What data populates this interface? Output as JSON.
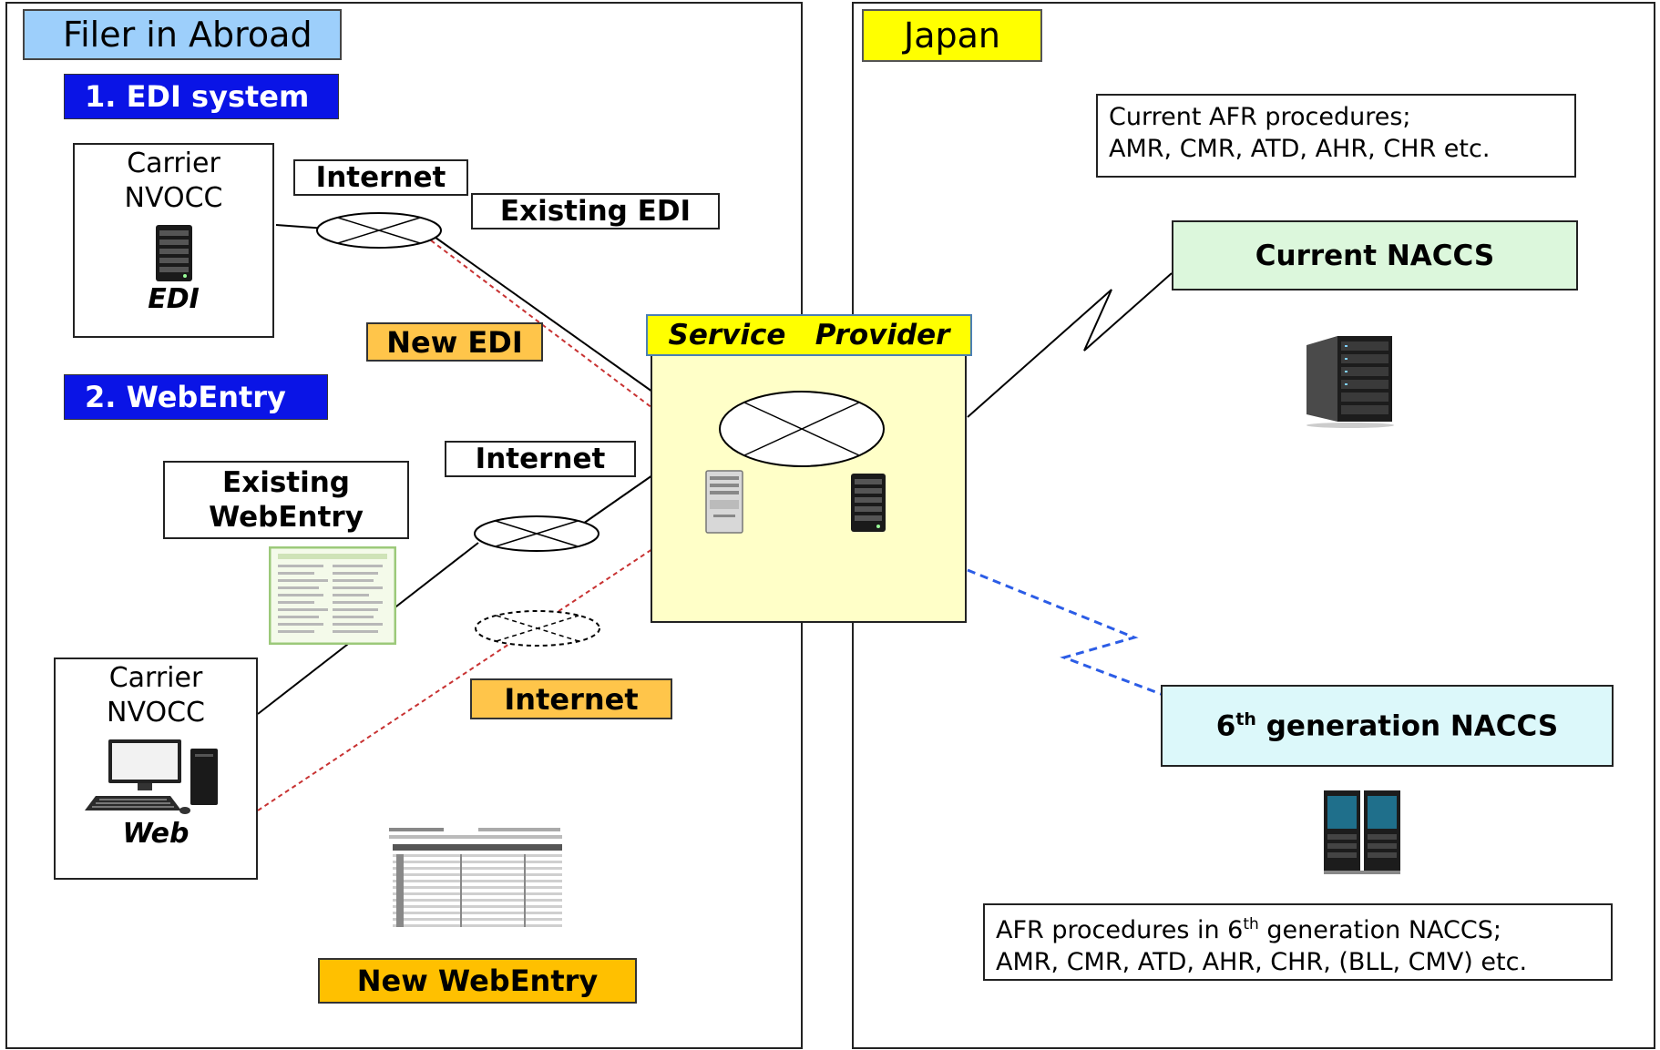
{
  "left_panel": {
    "title": "Filer in Abroad"
  },
  "right_panel": {
    "title": "Japan"
  },
  "edi_section": {
    "heading": "1. EDI system",
    "carrier_line1": "Carrier",
    "carrier_line2": "NVOCC",
    "carrier_caption": "EDI",
    "internet_label": "Internet",
    "existing_label": "Existing EDI",
    "new_label": "New EDI"
  },
  "webentry_section": {
    "heading": "2. WebEntry",
    "existing_line1": "Existing",
    "existing_line2": "WebEntry",
    "internet_label": "Internet",
    "carrier_line1": "Carrier",
    "carrier_line2": "NVOCC",
    "carrier_caption": "Web",
    "new_internet_label": "Internet",
    "new_label": "New  WebEntry"
  },
  "service_provider": {
    "title": "Service   Provider"
  },
  "current_naccs": {
    "title": "Current NACCS",
    "procedures_line1": "Current AFR procedures;",
    "procedures_line2": "AMR, CMR, ATD, AHR, CHR etc."
  },
  "next_naccs": {
    "title_prefix": "6",
    "title_sup": "th",
    "title_suffix": " generation NACCS",
    "procedures_line1_prefix": "AFR procedures in 6",
    "procedures_line1_sup": "th",
    "procedures_line1_suffix": " generation NACCS;",
    "procedures_line2": "AMR, CMR, ATD, AHR, CHR, (BLL, CMV) etc."
  },
  "colors": {
    "blue_heading": "#0a14e6",
    "orange_new": "#ffc54a",
    "yellow_japan": "#ffff00",
    "light_blue_title": "#9dcffb",
    "green_current": "#dcf7dc",
    "cyan_next": "#dcf8fa",
    "provider_bg": "#ffffc8",
    "red_dashed": "#c83232",
    "blue_dashed": "#2b5ce6"
  }
}
